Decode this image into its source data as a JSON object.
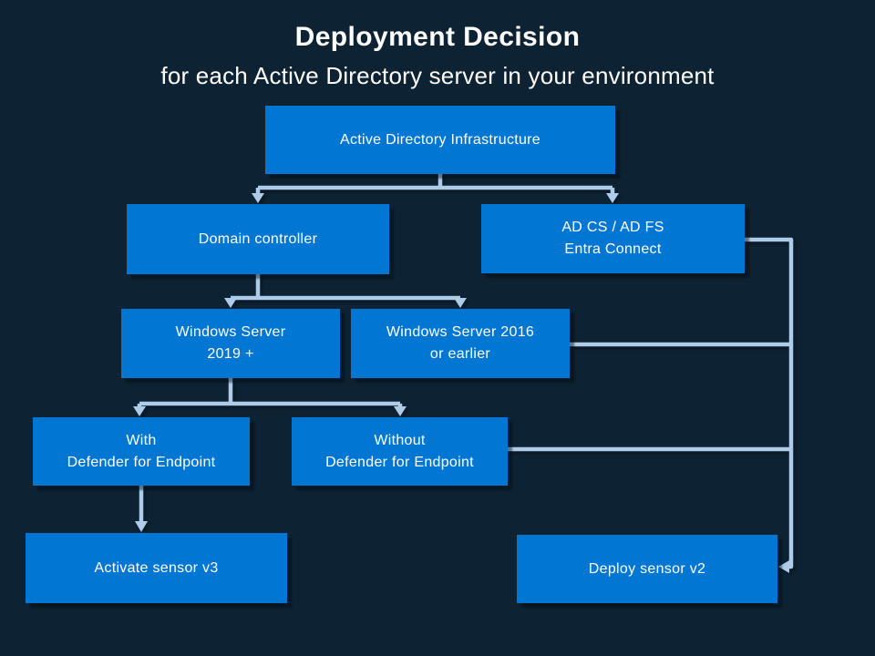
{
  "title": "Deployment Decision",
  "subtitle": "for each Active Directory server in your environment",
  "colors": {
    "background": "#0D2232",
    "box_fill": "#0177D3",
    "box_text": "#FFFFFF",
    "connector": "#AECBE8"
  },
  "nodes": {
    "adi": {
      "lines": [
        "Active Directory Infrastructure"
      ]
    },
    "domain_controller": {
      "lines": [
        "Domain controller"
      ]
    },
    "adcs": {
      "lines": [
        "AD CS / AD FS",
        "Entra Connect"
      ]
    },
    "ws2019": {
      "lines": [
        "Windows Server",
        "2019 +"
      ]
    },
    "ws2016": {
      "lines": [
        "Windows Server 2016",
        "or earlier"
      ]
    },
    "with_defender": {
      "lines": [
        "With",
        "Defender for Endpoint"
      ]
    },
    "without_defender": {
      "lines": [
        "Without",
        "Defender for Endpoint"
      ]
    },
    "activate_v3": {
      "lines": [
        "Activate sensor v3"
      ]
    },
    "deploy_v2": {
      "lines": [
        "Deploy sensor v2"
      ]
    }
  }
}
